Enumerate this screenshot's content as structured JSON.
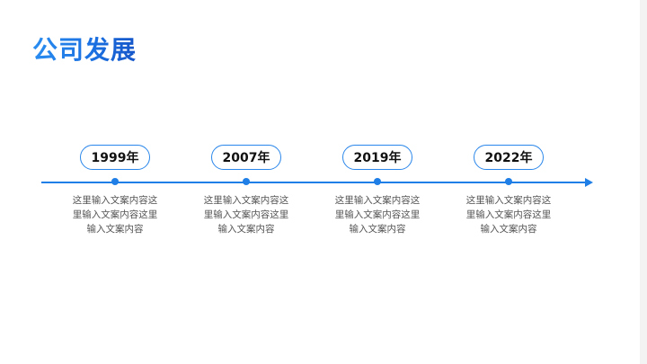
{
  "slide": {
    "title": "公司发展",
    "accent_color": "#1f7fe6"
  },
  "timeline": {
    "milestones": [
      {
        "year": "1999年",
        "description": "这里输入文案内容这里输入文案内容这里输入文案内容"
      },
      {
        "year": "2007年",
        "description": "这里输入文案内容这里输入文案内容这里输入文案内容"
      },
      {
        "year": "2019年",
        "description": "这里输入文案内容这里输入文案内容这里输入文案内容"
      },
      {
        "year": "2022年",
        "description": "这里输入文案内容这里输入文案内容这里输入文案内容"
      }
    ]
  }
}
